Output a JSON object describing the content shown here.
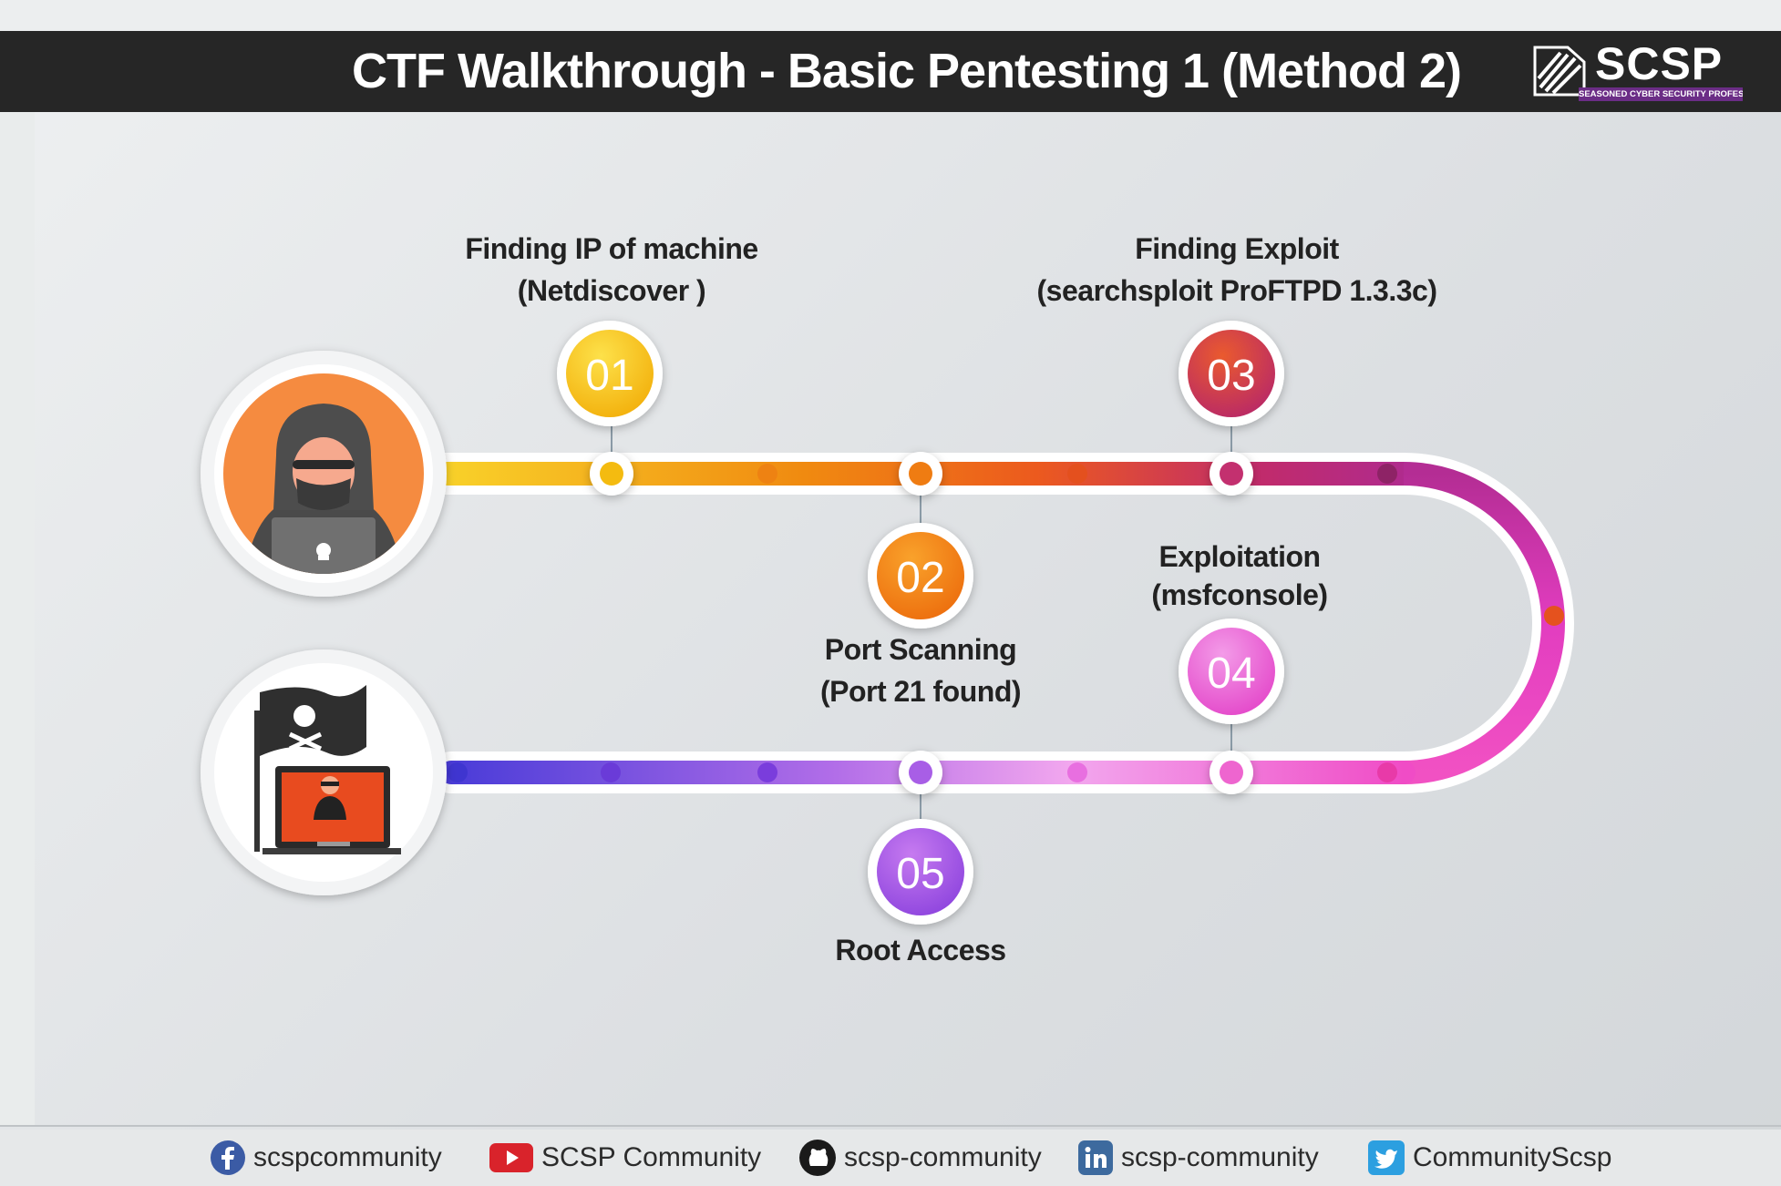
{
  "header": {
    "title": "CTF Walkthrough - Basic Pentesting 1 (Method 2)",
    "logo_text": "SCSP",
    "logo_subtitle": "SEASONED CYBER SECURITY PROFESSIONALS"
  },
  "steps": [
    {
      "number": "01",
      "title": "Finding IP of machine",
      "detail": "(Netdiscover )",
      "color": "#f2b90f"
    },
    {
      "number": "02",
      "title": "Port Scanning",
      "detail": "(Port 21 found)",
      "color": "#f07f12"
    },
    {
      "number": "03",
      "title": "Finding Exploit",
      "detail": "(searchsploit ProFTPD 1.3.3c)",
      "color": "#c2284e"
    },
    {
      "number": "04",
      "title": "Exploitation",
      "detail": "(msfconsole)",
      "color": "#e94fd0"
    },
    {
      "number": "05",
      "title": "Root Access",
      "detail": "",
      "color": "#9b4fe6"
    }
  ],
  "icons": {
    "start": "hacker-with-laptop-icon",
    "end": "pirate-flag-and-hacked-screen-icon"
  },
  "footer": {
    "facebook": "scspcommunity",
    "youtube": "SCSP Community",
    "github": "scsp-community",
    "linkedin": "scsp-community",
    "twitter": "CommunityScsp"
  }
}
